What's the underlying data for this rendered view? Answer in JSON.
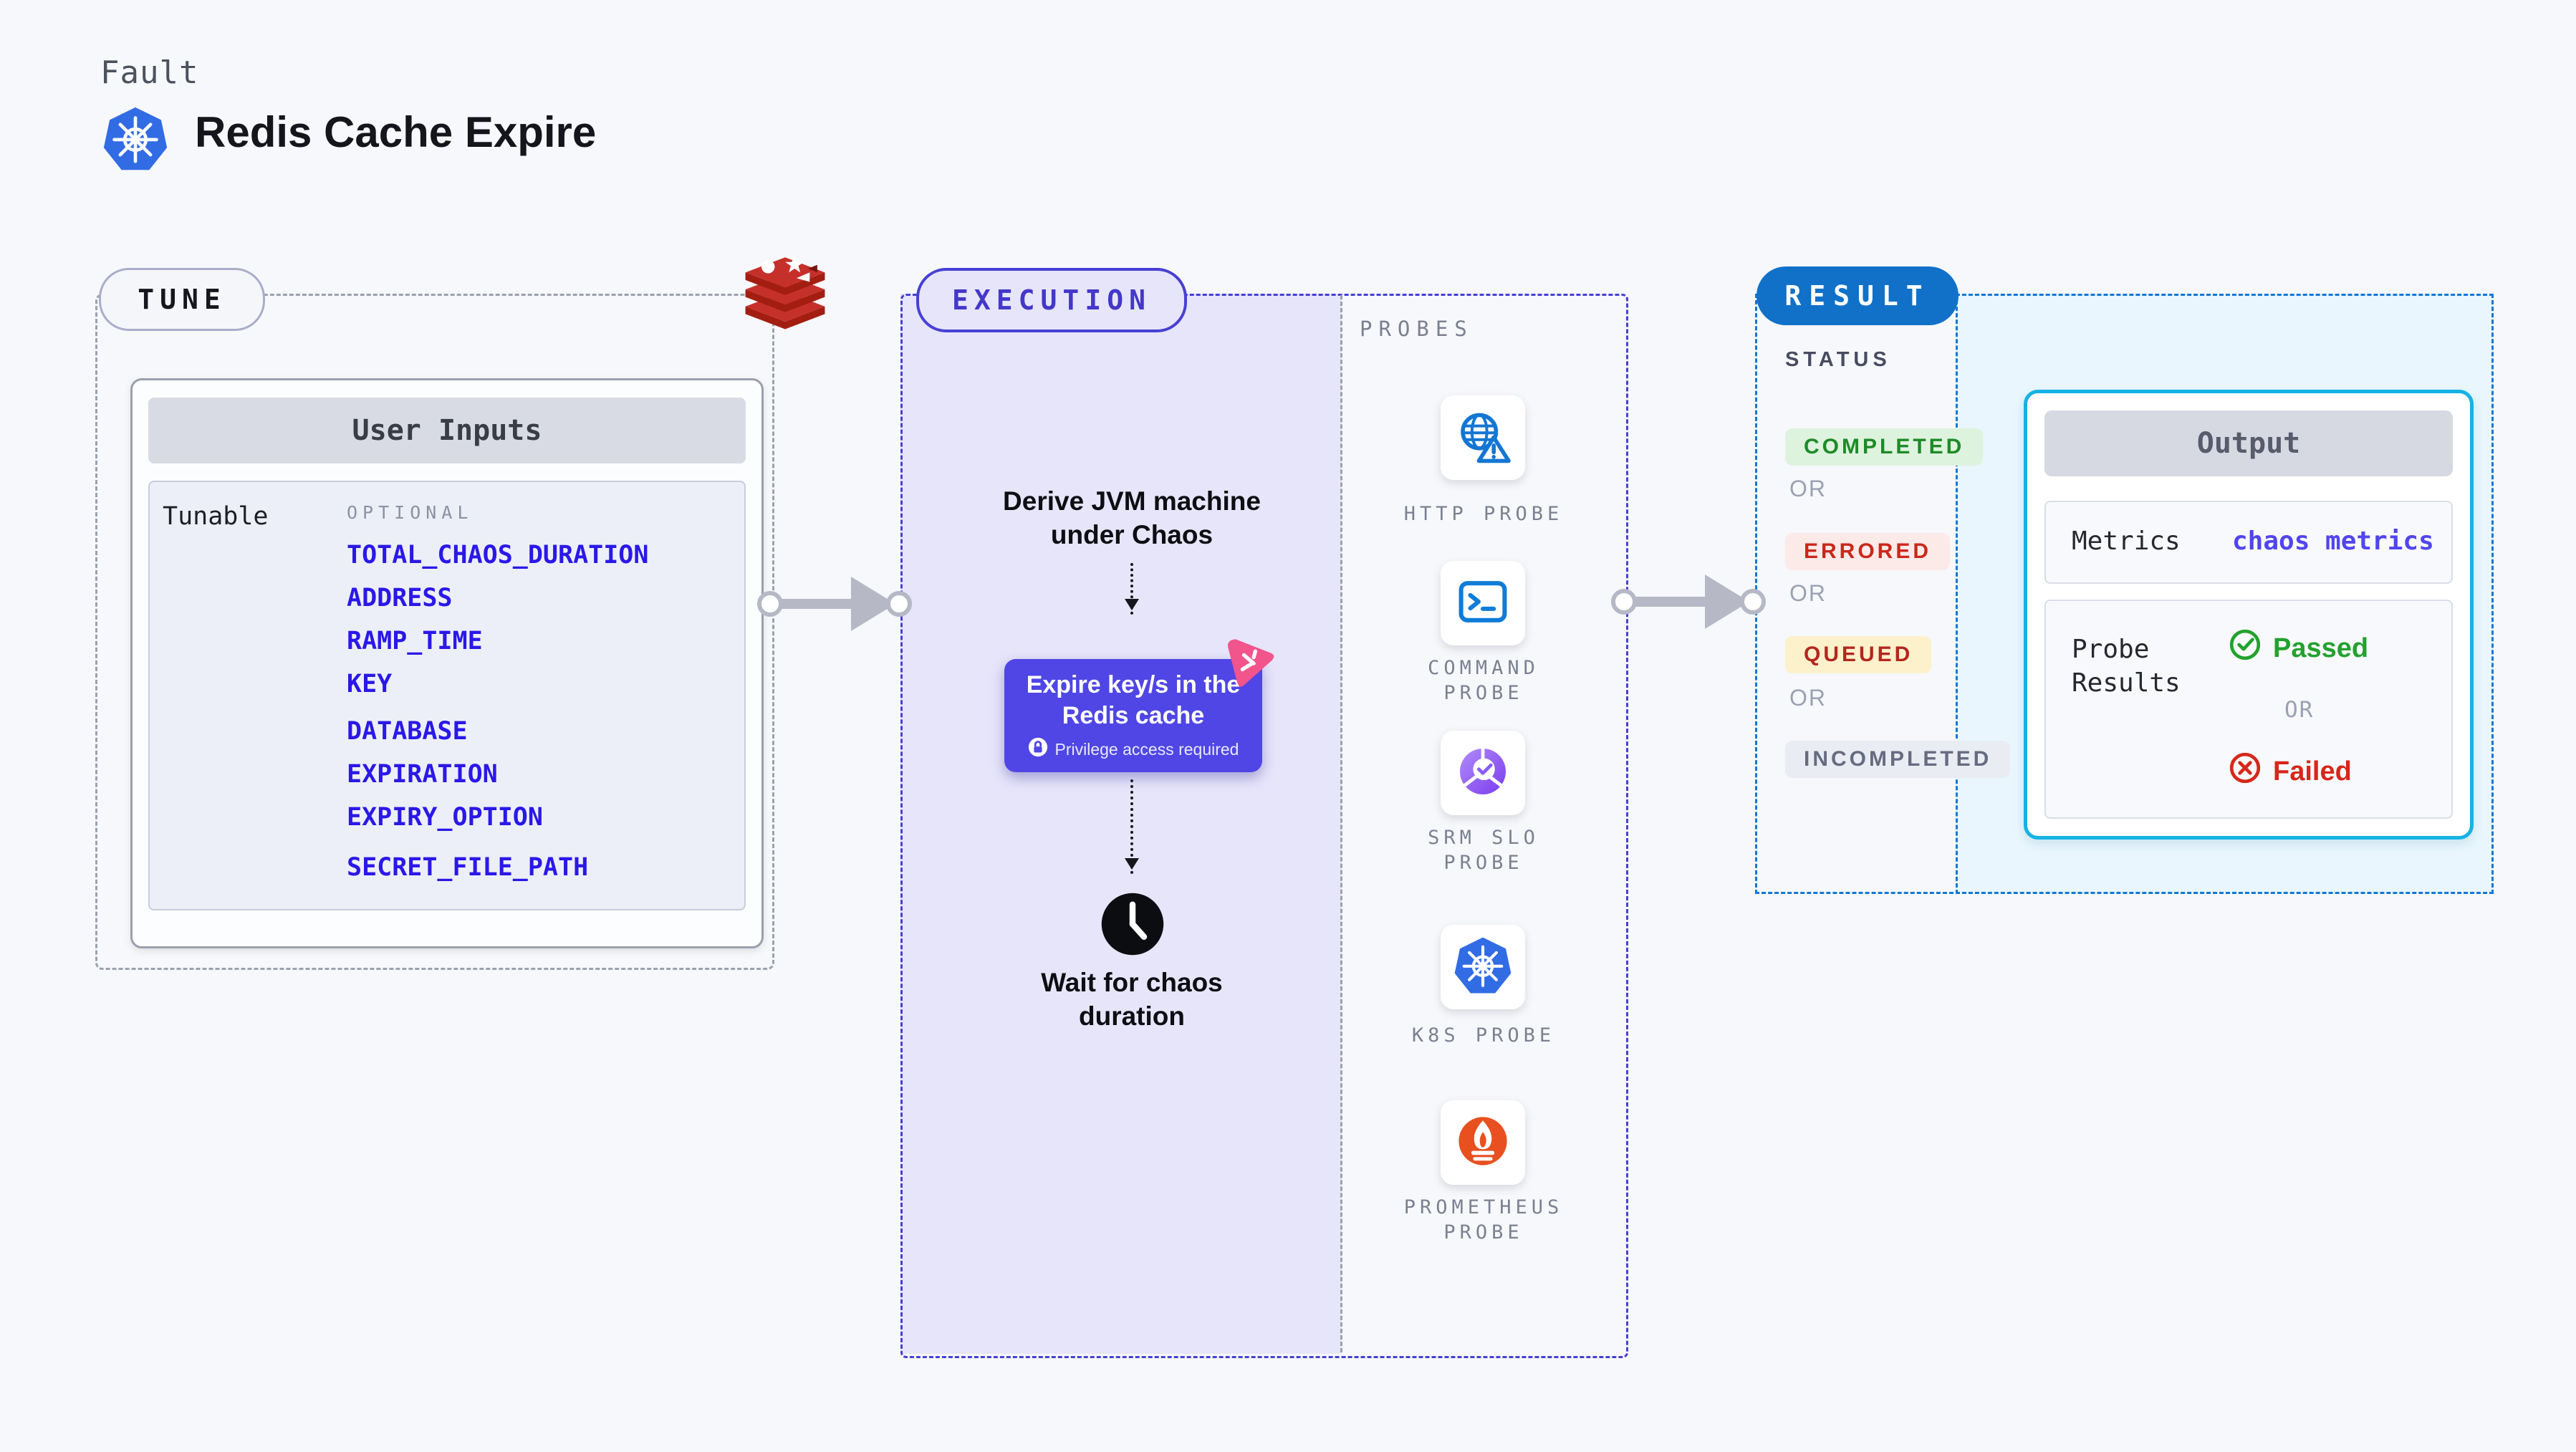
{
  "header": {
    "kicker": "Fault",
    "title": "Redis Cache Expire"
  },
  "tune": {
    "badge": "TUNE",
    "panel_title": "User Inputs",
    "row_label": "Tunable",
    "group_label": "OPTIONAL",
    "links": [
      "TOTAL_CHAOS_DURATION",
      "ADDRESS",
      "RAMP_TIME",
      "KEY",
      "DATABASE",
      "EXPIRATION",
      "EXPIRY_OPTION",
      "SECRET_FILE_PATH"
    ]
  },
  "execution": {
    "badge": "EXECUTION",
    "step1": "Derive JVM machine\nunder Chaos",
    "step2": "Expire key/s in the\nRedis cache",
    "step2_note": "Privilege access required",
    "step3": "Wait for chaos\nduration"
  },
  "probes": {
    "heading": "PROBES",
    "items": [
      {
        "icon": "globe-alert-icon",
        "label": "HTTP PROBE"
      },
      {
        "icon": "terminal-icon",
        "label": "COMMAND\nPROBE"
      },
      {
        "icon": "slo-pie-icon",
        "label": "SRM SLO\nPROBE"
      },
      {
        "icon": "kubernetes-icon",
        "label": "K8S PROBE"
      },
      {
        "icon": "prometheus-icon",
        "label": "PROMETHEUS\nPROBE"
      }
    ]
  },
  "result": {
    "badge": "RESULT",
    "status_heading": "STATUS",
    "or": "OR",
    "statuses": [
      {
        "label": "COMPLETED",
        "type": "completed"
      },
      {
        "label": "ERRORED",
        "type": "errored"
      },
      {
        "label": "QUEUED",
        "type": "queued"
      },
      {
        "label": "INCOMPLETED",
        "type": "incompleted"
      }
    ],
    "output": {
      "title": "Output",
      "metrics_label": "Metrics",
      "metrics_value": "chaos metrics",
      "probe_results_label": "Probe\nResults",
      "passed": "Passed",
      "or": "OR",
      "failed": "Failed"
    }
  },
  "colors": {
    "page_bg": "#f7f8fb",
    "execution_fill": "#e7e5fa",
    "execution_border": "#4740d4",
    "step_card": "#4f46e5",
    "chaos_pink": "#f2548c",
    "result_border": "#1377d4",
    "result_fill": "#e9f6fd",
    "result_badge": "#1171c9",
    "output_border": "#16b2e4",
    "link_blue": "#2a18e8",
    "passed_green": "#23a12e",
    "failed_red": "#d6271b",
    "completed_green": "#1e8a28",
    "kubernetes_blue": "#326ce5",
    "redis_red": "#c6302b",
    "prometheus_orange": "#e8501f"
  }
}
